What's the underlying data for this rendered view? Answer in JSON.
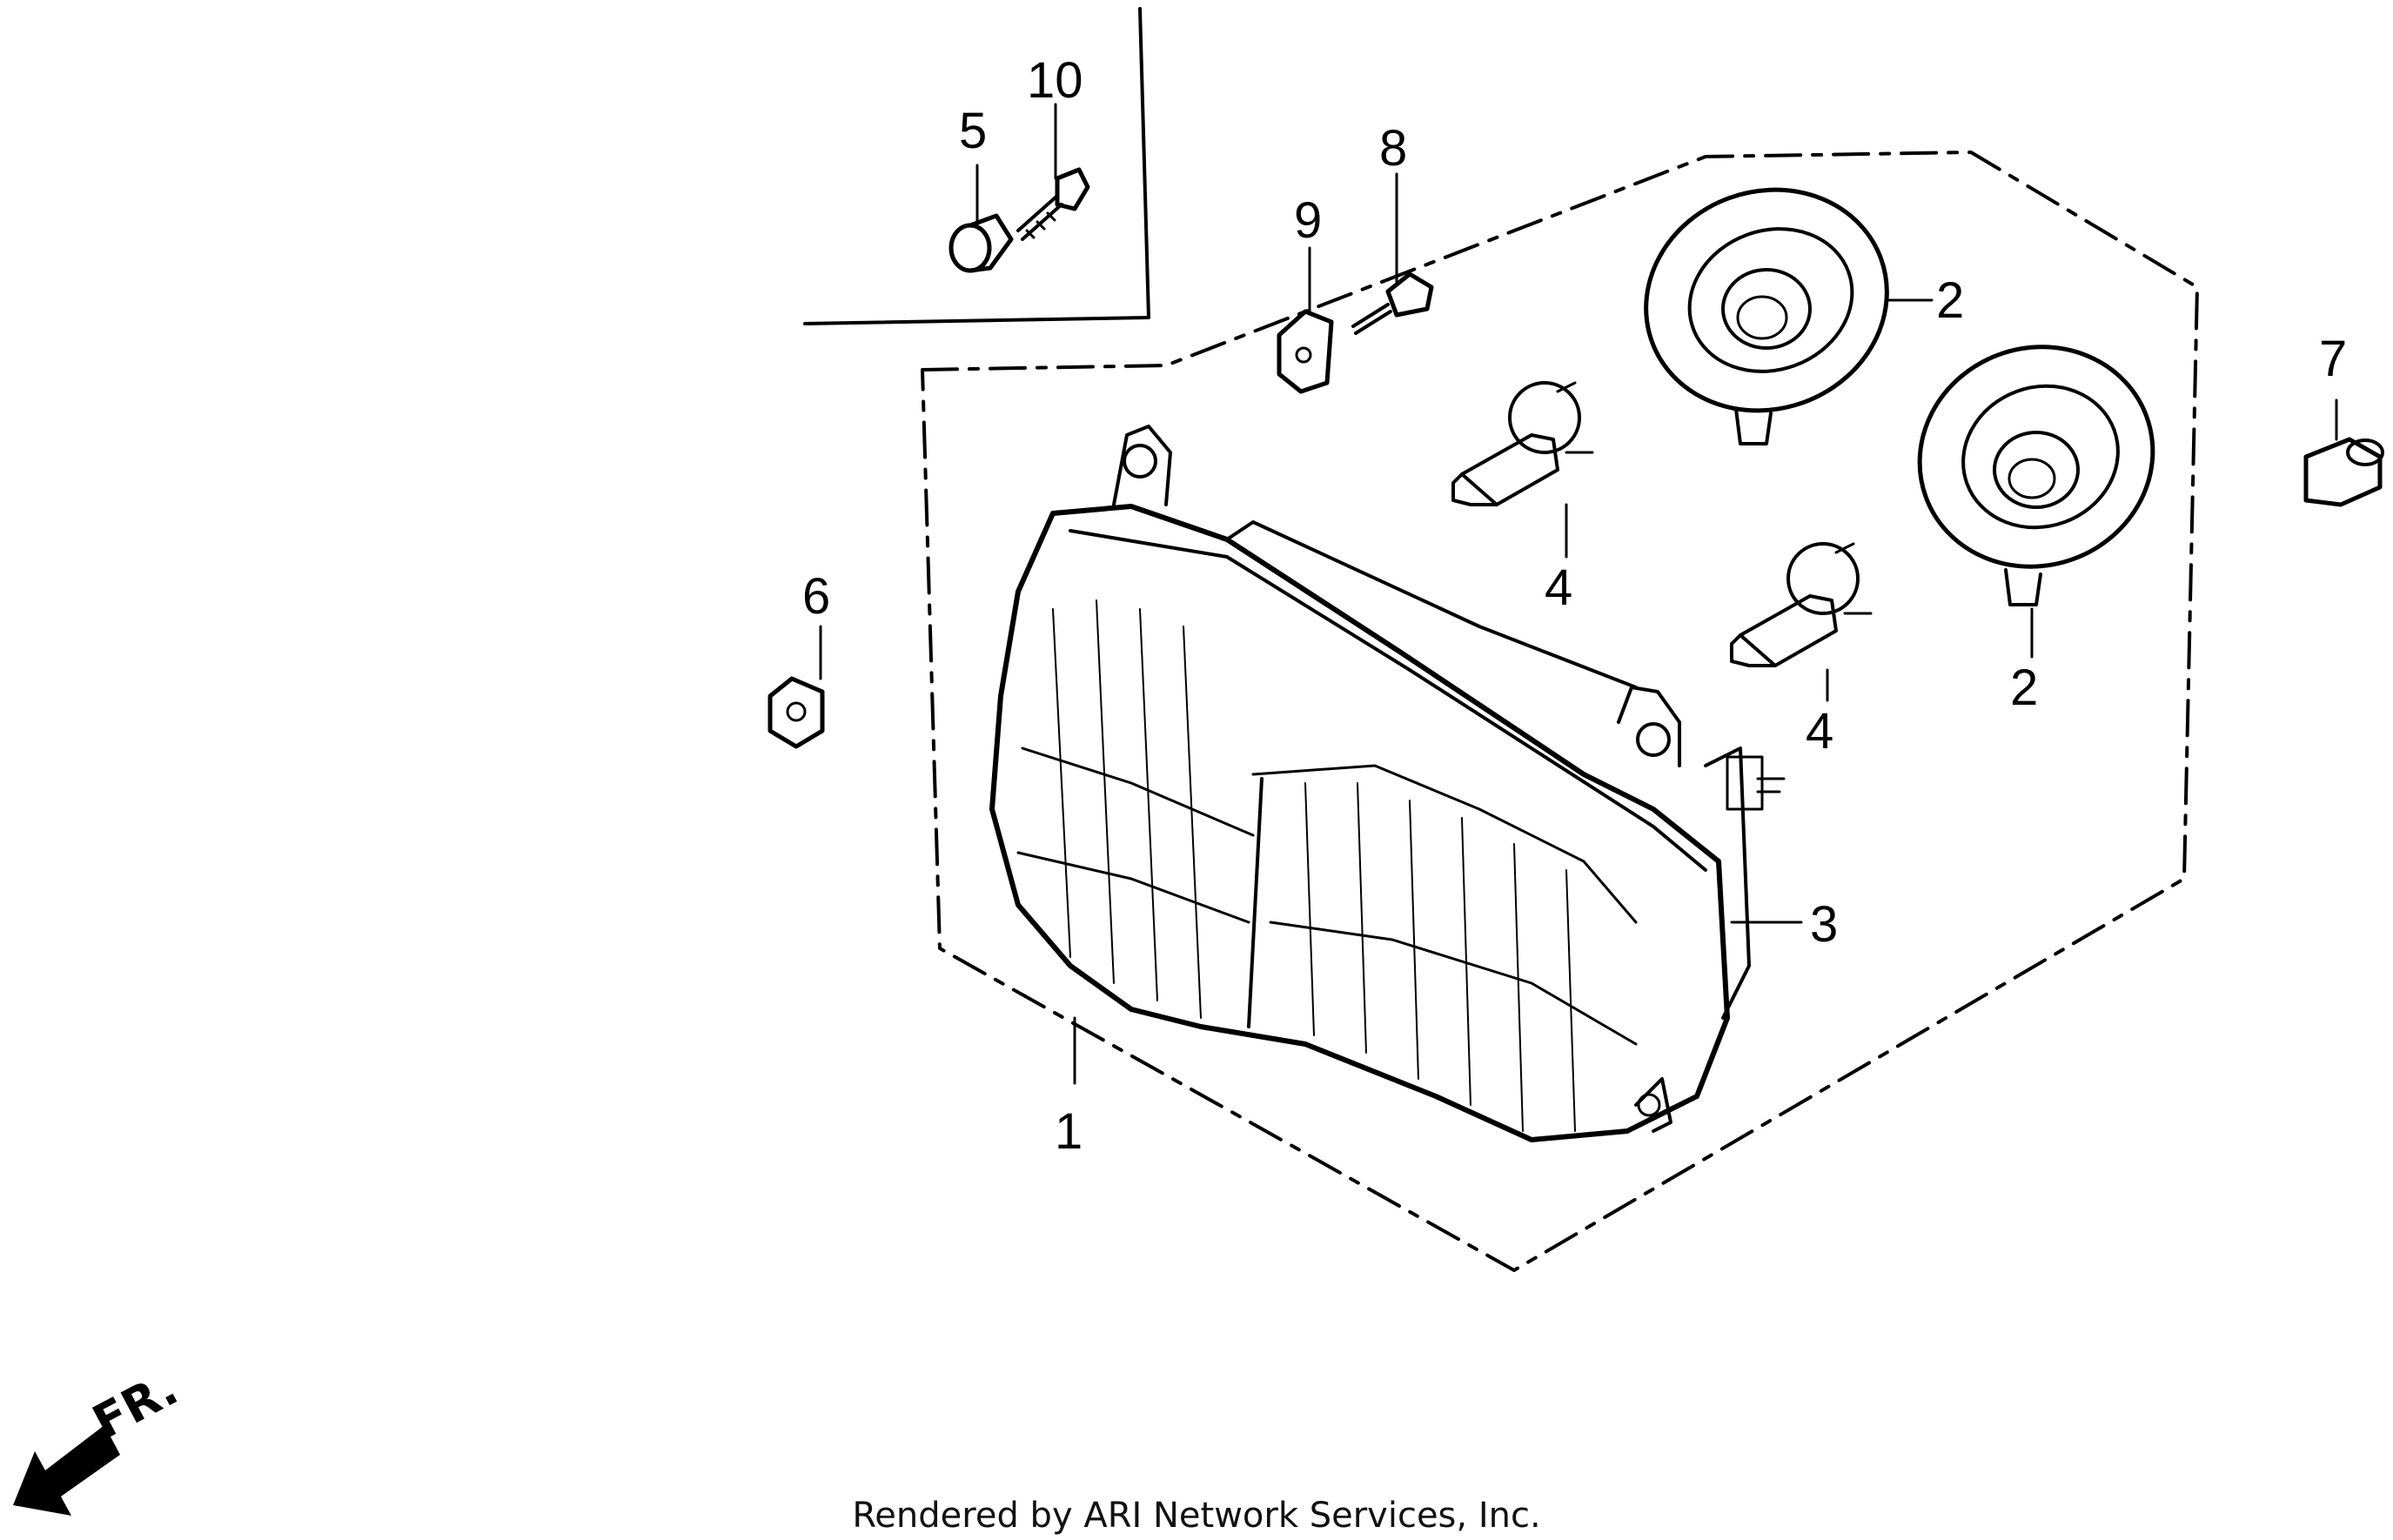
{
  "diagram": {
    "callouts": {
      "c1": "1",
      "c2a": "2",
      "c2b": "2",
      "c3": "3",
      "c4a": "4",
      "c4b": "4",
      "c5": "5",
      "c6": "6",
      "c7": "7",
      "c8": "8",
      "c9": "9",
      "c10": "10"
    },
    "direction_label": "FR.",
    "footer": "Rendered by ARI Network Services, Inc."
  },
  "colors": {
    "ink": "#000000",
    "background": "#ffffff"
  }
}
